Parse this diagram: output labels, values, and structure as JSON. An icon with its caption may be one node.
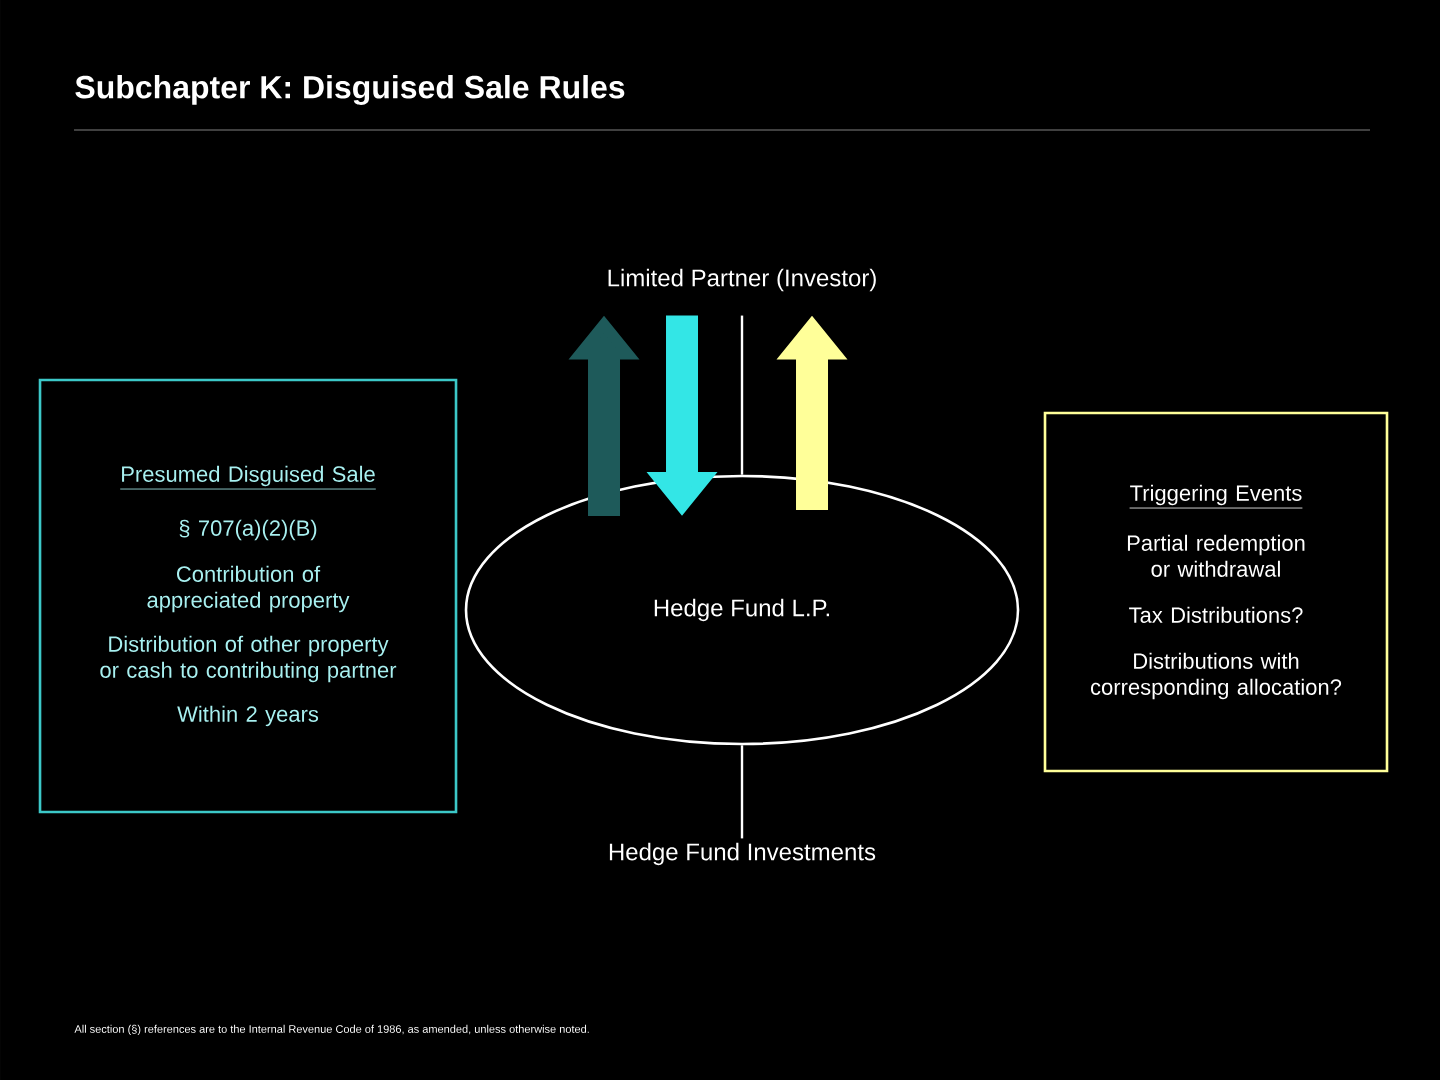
{
  "diagram": {
    "title": "Subchapter K: Disguised Sale Rules",
    "nodes": [
      {
        "text": [
          "Limited Partner (Investor)"
        ]
      },
      {
        "text": [
          "Hedge Fund L.P."
        ]
      },
      {
        "text": [
          "Hedge Fund Investments"
        ]
      },
      {
        "text": [
          "Presumed Disguised Sale",
          "§ 707(a)(2)(B)",
          "Contribution of appreciated property",
          "Distribution of other property or cash to contributing partner",
          "Within 2 years"
        ]
      },
      {
        "text": [
          "Triggering Events",
          "Partial redemption or withdrawal",
          "Tax Distributions?",
          "Distributions with corresponding allocation?"
        ]
      }
    ],
    "edges": [
      {
        "from": 1,
        "to": 0,
        "arrow": "to",
        "color": "#1e5a5a"
      },
      {
        "from": 0,
        "to": 1,
        "arrow": "to",
        "color": "#33e6e6"
      },
      {
        "from": 0,
        "to": 1,
        "arrow": "none"
      },
      {
        "from": 1,
        "to": 0,
        "arrow": "to",
        "color": "#ffff99"
      },
      {
        "from": 1,
        "to": 2,
        "arrow": "none"
      }
    ],
    "labels": [
      "All section (§) references are to the Internal Revenue Code of 1986, as amended, unless otherwise noted."
    ]
  }
}
